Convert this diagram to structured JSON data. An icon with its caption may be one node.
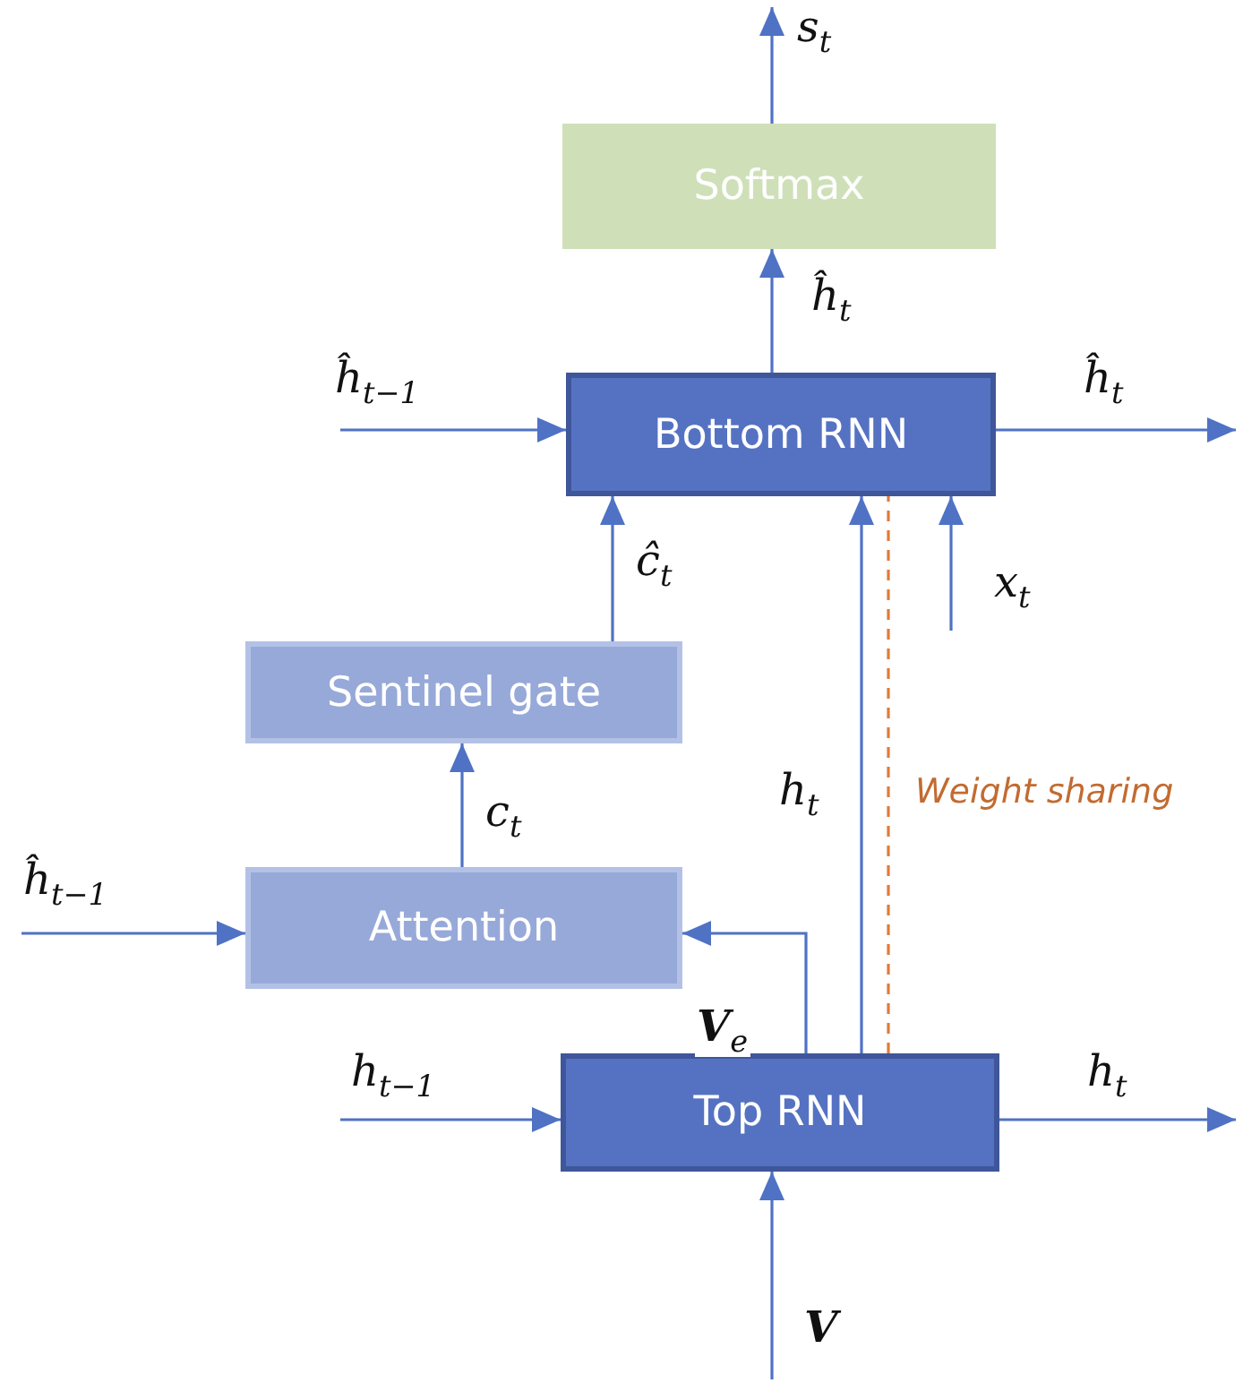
{
  "diagram": {
    "nodes": [
      {
        "text": [
          "Softmax"
        ]
      },
      {
        "text": [
          "Bottom RNN"
        ]
      },
      {
        "text": [
          "Sentinel gate"
        ]
      },
      {
        "text": [
          "Attention"
        ]
      },
      {
        "text": [
          "Top RNN"
        ]
      }
    ],
    "edges": [
      {
        "from": 0,
        "to": null,
        "arrow": "to",
        "label": "s$_{t}$"
      },
      {
        "from": 1,
        "to": 0,
        "arrow": "to",
        "label": "ĥ$_{t}$"
      },
      {
        "from": null,
        "to": 1,
        "arrow": "to",
        "label": "ĥ$_{t−1}$"
      },
      {
        "from": 1,
        "to": null,
        "arrow": "to",
        "label": "ĥ$_{t}$"
      },
      {
        "from": 2,
        "to": 1,
        "arrow": "to",
        "label": "ĉ$_{t}$"
      },
      {
        "from": 4,
        "to": 1,
        "arrow": "to",
        "label": "h$_{t}$"
      },
      {
        "from": null,
        "to": 1,
        "arrow": "to",
        "label": "x$_{t}$"
      },
      {
        "from": 4,
        "to": 1,
        "arrow": "none",
        "label": "Weight sharing",
        "style": "dashed",
        "color": "#e07b39"
      },
      {
        "from": 3,
        "to": 2,
        "arrow": "to",
        "label": "c$_{t}$"
      },
      {
        "from": null,
        "to": 3,
        "arrow": "to",
        "label": "ĥ$_{t−1}$"
      },
      {
        "from": 4,
        "to": 3,
        "arrow": "to",
        "label": "**V**$_{e}$"
      },
      {
        "from": null,
        "to": 4,
        "arrow": "to",
        "label": "h$_{t−1}$"
      },
      {
        "from": 4,
        "to": null,
        "arrow": "to",
        "label": "h$_{t}$"
      },
      {
        "from": null,
        "to": 4,
        "arrow": "to",
        "label": "V"
      }
    ]
  }
}
